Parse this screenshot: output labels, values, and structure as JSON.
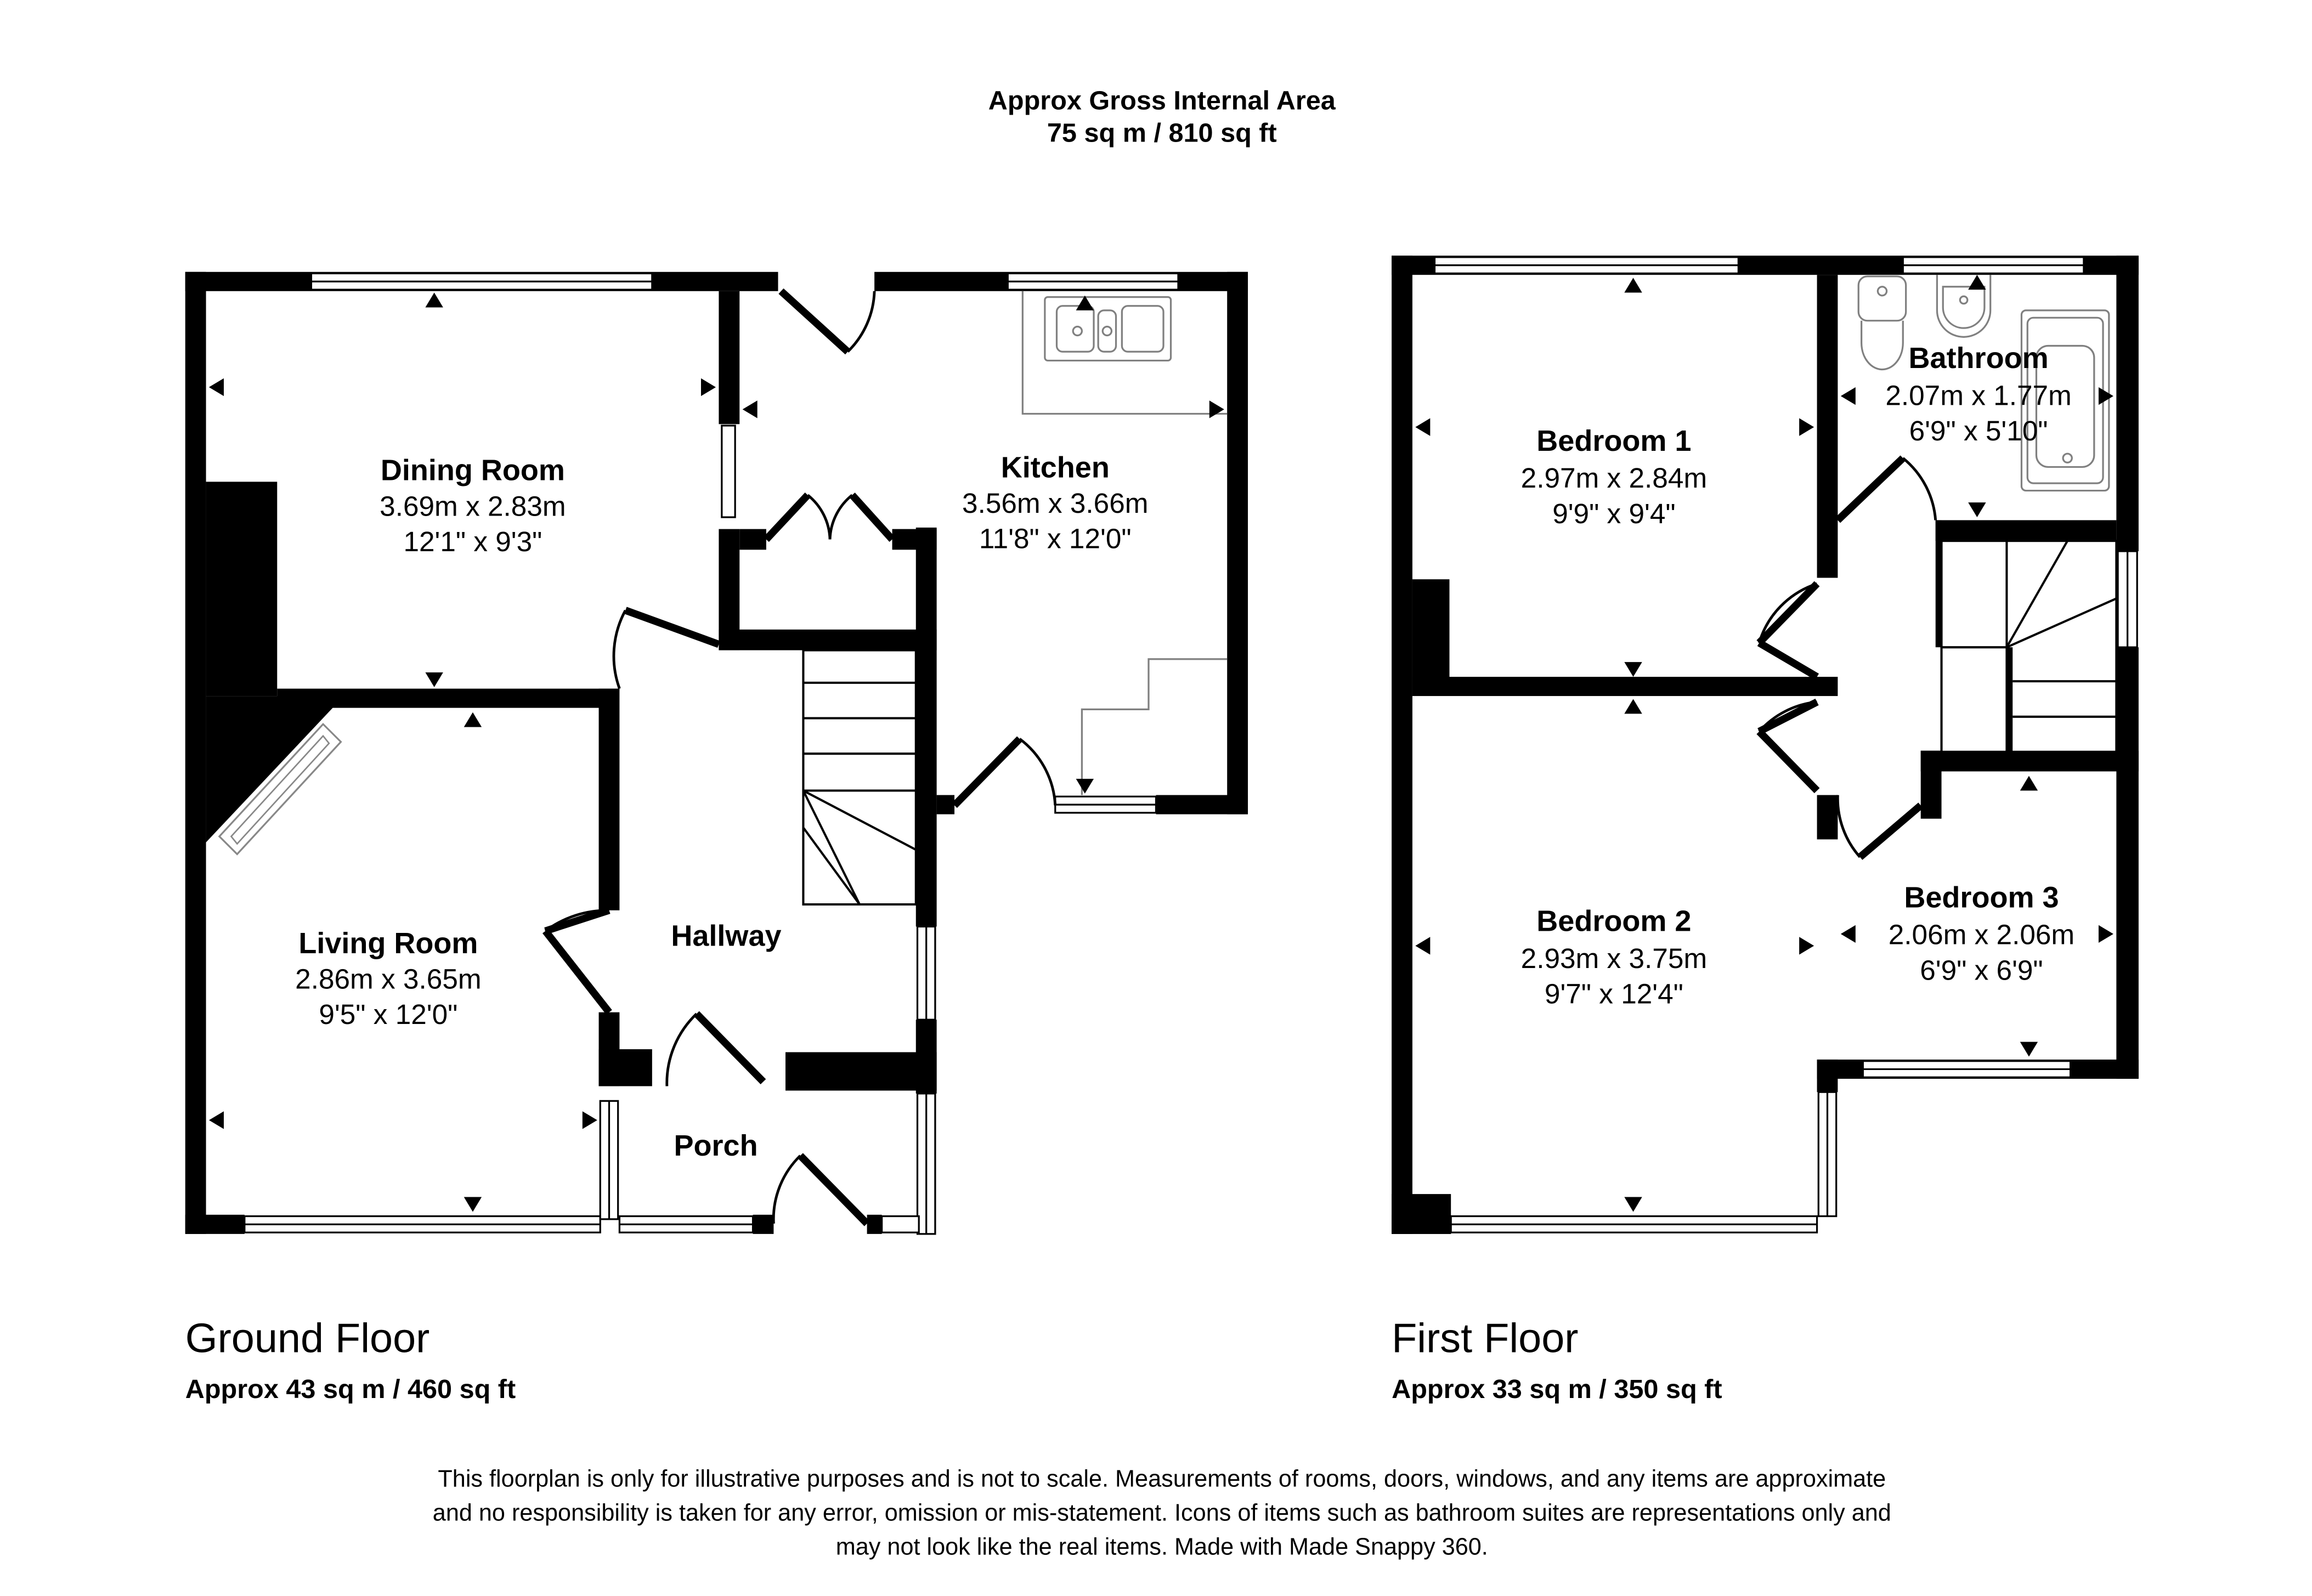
{
  "header": {
    "title_line1": "Approx Gross Internal Area",
    "title_line2": "75 sq m / 810 sq ft"
  },
  "ground_floor": {
    "name": "Ground Floor",
    "area": "Approx 43 sq m / 460 sq ft",
    "rooms": [
      {
        "name": "Dining Room",
        "metric": "3.69m x 2.83m",
        "imperial": "12'1\" x 9'3\""
      },
      {
        "name": "Kitchen",
        "metric": "3.56m x 3.66m",
        "imperial": "11'8\" x 12'0\""
      },
      {
        "name": "Living Room",
        "metric": "2.86m x 3.65m",
        "imperial": "9'5\" x 12'0\""
      },
      {
        "name": "Hallway"
      },
      {
        "name": "Porch"
      }
    ],
    "fixtures": [
      "kitchen-sink-icon",
      "fireplace-icon",
      "stairs-icon"
    ]
  },
  "first_floor": {
    "name": "First Floor",
    "area": "Approx 33 sq m / 350 sq ft",
    "rooms": [
      {
        "name": "Bedroom 1",
        "metric": "2.97m x 2.84m",
        "imperial": "9'9\" x 9'4\""
      },
      {
        "name": "Bathroom",
        "metric": "2.07m x 1.77m",
        "imperial": "6'9\" x 5'10\""
      },
      {
        "name": "Bedroom 2",
        "metric": "2.93m x 3.75m",
        "imperial": "9'7\" x 12'4\""
      },
      {
        "name": "Bedroom 3",
        "metric": "2.06m x 2.06m",
        "imperial": "6'9\" x 6'9\""
      }
    ],
    "fixtures": [
      "toilet-icon",
      "washbasin-icon",
      "bathtub-icon",
      "stairs-icon"
    ]
  },
  "disclaimer": {
    "line1": "This floorplan is only for illustrative purposes and is not to scale. Measurements of rooms, doors, windows, and any items are approximate",
    "line2": "and no responsibility is taken for any error, omission or mis-statement. Icons of items such as bathroom suites are representations only and",
    "line3": "may not look like the real items. Made with Made Snappy 360."
  },
  "colors": {
    "wall": "#000000",
    "fixture": "#808080",
    "background": "#ffffff"
  }
}
